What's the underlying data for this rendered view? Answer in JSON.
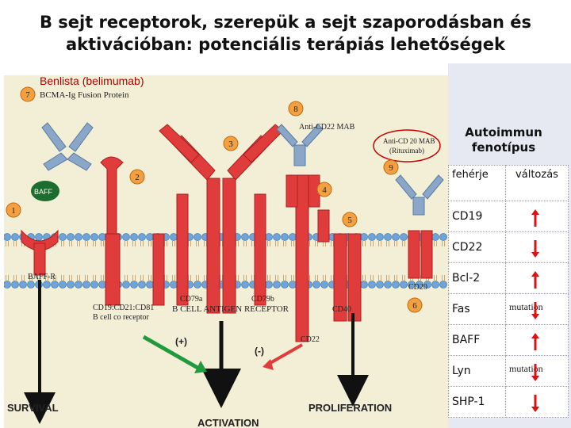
{
  "title": {
    "line1": "B sejt receptorok, szerepük a sejt szaporodásban és",
    "line2": "aktivációban: potenciális terápiás lehetőségek"
  },
  "annotation": "Benlista (belimumab)",
  "diagram": {
    "labels": {
      "bcma": "BCMA-Ig Fusion Protein",
      "anti_cd22": "Anti-CD22 MAB",
      "anti_cd20_1": "Anti-CD 20 MAB",
      "anti_cd20_2": "(Rituximab)",
      "baff": "BAFF",
      "baff_r": "BAFF-R",
      "cd79a": "CD79a",
      "cd79b": "CD79b",
      "coreceptor_1": "CD19:CD21:CD81",
      "coreceptor_2": "B cell co receptor",
      "bcr": "B CELL ANTIGEN RECEPTOR",
      "cd40": "CD40",
      "cd20": "CD20",
      "cd22": "CD22",
      "plus": "(+)",
      "minus": "(-)",
      "survival": "SURVIVAL",
      "activation": "ACTIVATION",
      "proliferation": "PROLIFERATION"
    },
    "numbers": [
      "1",
      "2",
      "3",
      "4",
      "5",
      "6",
      "7",
      "8",
      "9"
    ]
  },
  "panel": {
    "title_line1": "Autoimmun",
    "title_line2": "fenotípus",
    "header": [
      "fehérje",
      "változás"
    ],
    "rows": [
      {
        "protein": "CD19",
        "note": "",
        "direction": "up"
      },
      {
        "protein": "CD22",
        "note": "",
        "direction": "down"
      },
      {
        "protein": "Bcl-2",
        "note": "",
        "direction": "up"
      },
      {
        "protein": "Fas",
        "note": "mutation",
        "direction": "down"
      },
      {
        "protein": "BAFF",
        "note": "",
        "direction": "up"
      },
      {
        "protein": "Lyn",
        "note": "mutation",
        "direction": "down"
      },
      {
        "protein": "SHP-1",
        "note": "",
        "direction": "down"
      }
    ]
  },
  "colors": {
    "receptor_red": "#e03c3c",
    "membrane_blue": "#6fa4d8",
    "antibody_blue": "#8aa6c8",
    "arrow_green": "#1f9a3c",
    "number_orange": "#f4a040",
    "change_arrow_red": "#dd1111"
  }
}
